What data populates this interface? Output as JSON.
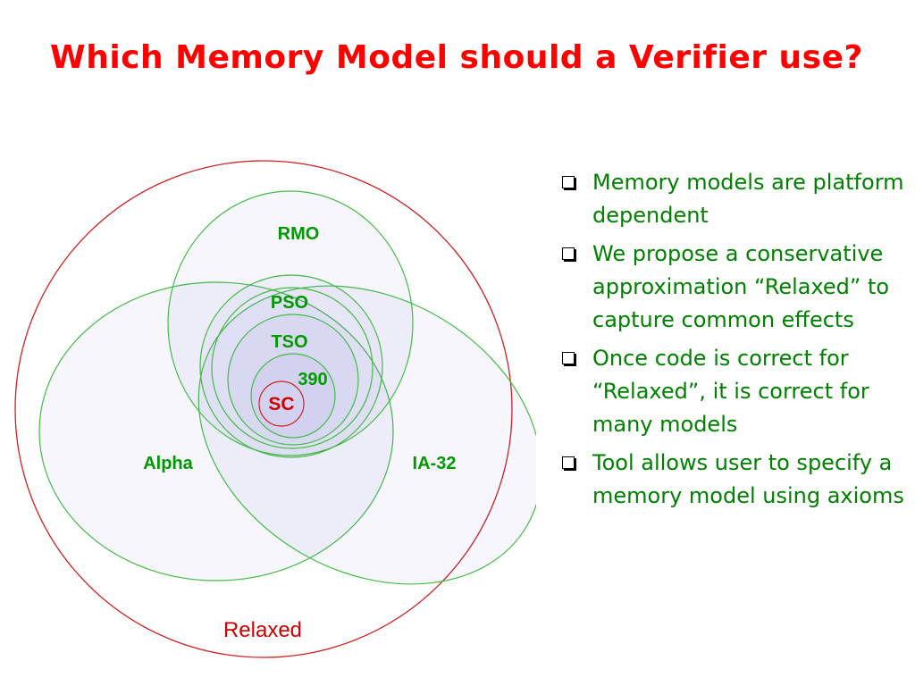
{
  "slide": {
    "title": "Which Memory Model should a Verifier use?"
  },
  "diagram": {
    "sets": {
      "relaxed": "Relaxed",
      "rmo": "RMO",
      "alpha": "Alpha",
      "ia32": "IA-32",
      "pso": "PSO",
      "tso": "TSO",
      "s390": "390",
      "sc": "SC"
    }
  },
  "bullets": [
    {
      "text": "Memory models are platform dependent"
    },
    {
      "text": "We propose a conservative approximation “Relaxed”  to capture common effects"
    },
    {
      "text": "Once code is correct for “Relaxed”, it is correct for many models"
    },
    {
      "text": "Tool allows user to specify a memory model using axioms"
    }
  ],
  "colors": {
    "title": "#ff0000",
    "set_outline": "#44bb44",
    "relaxed_outline": "#cc2222",
    "fill": "#5050c0",
    "bullet_text": "#008000"
  }
}
